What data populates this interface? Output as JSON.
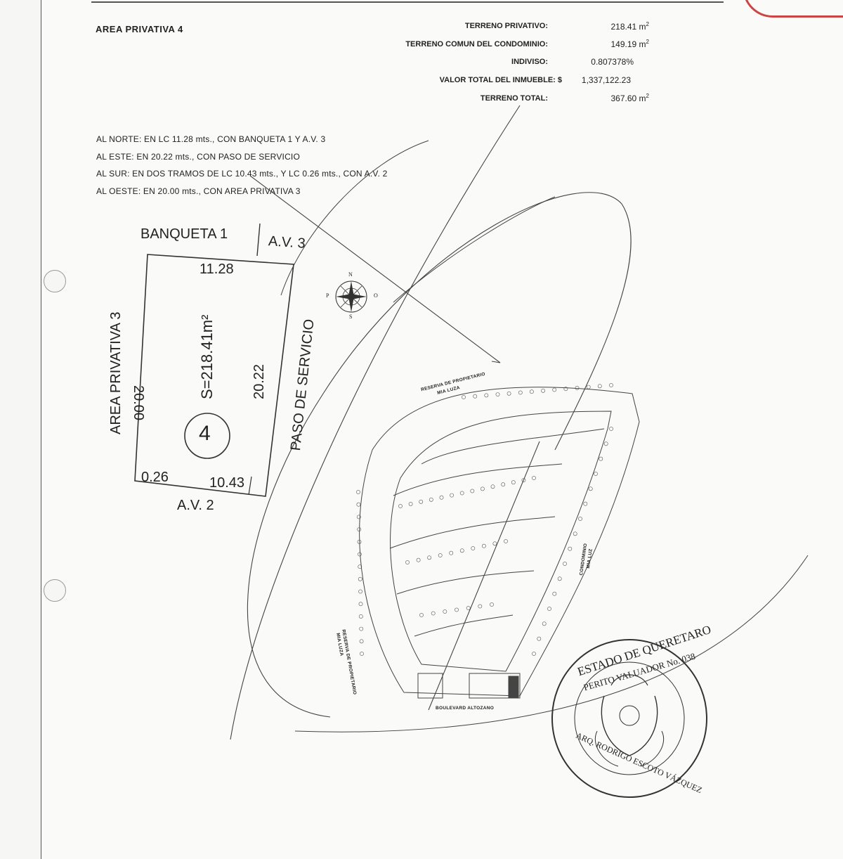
{
  "header": {
    "title": "AREA PRIVATIVA 4",
    "fields": [
      {
        "label": "TERRENO PRIVATIVO:",
        "value": "218.41",
        "unit": "m",
        "sup": "2"
      },
      {
        "label": "TERRENO COMUN DEL CONDOMINIO:",
        "value": "149.19",
        "unit": "m",
        "sup": "2"
      },
      {
        "label": "INDIVISO:",
        "value": "0.807378%",
        "unit": "",
        "sup": ""
      },
      {
        "label": "VALOR TOTAL DEL INMUEBLE: $",
        "value": "1,337,122.23",
        "unit": "",
        "sup": ""
      },
      {
        "label": "TERRENO TOTAL:",
        "value": "367.60",
        "unit": "m",
        "sup": "2"
      }
    ]
  },
  "limits": [
    "AL NORTE: EN LC 11.28 mts., CON BANQUETA 1 Y A.V. 3",
    "AL ESTE: EN 20.22 mts., CON PASO DE SERVICIO",
    "AL SUR: EN DOS TRAMOS DE LC 10.43 mts., Y LC 0.26 mts., CON A.V. 2",
    "AL OESTE: EN 20.00 mts., CON AREA PRIVATIVA 3"
  ],
  "plan": {
    "top_left_label": "BANQUETA 1",
    "top_right_label": "A.V. 3",
    "north_dim": "11.28",
    "west_dim": "20.00",
    "east_dim": "20.22",
    "south_dim_a": "0.26",
    "south_dim_b": "10.43",
    "bottom_label": "A.V. 2",
    "west_neighbor": "AREA PRIVATIVA 3",
    "east_neighbor": "PASO DE SERVICIO",
    "surface": "S=218.41m²",
    "lot_number": "4"
  },
  "compass": {
    "n": "N",
    "s": "S",
    "e": "O",
    "w": "P"
  },
  "map": {
    "top_label_1": "RESERVA DE PROPIETARIO",
    "top_label_2": "MIA LUZA",
    "left_label_1": "RESERVA DE PROPIETARIO",
    "left_label_2": "MIA LUZA",
    "right_label_1": "CONDOMINIO",
    "right_label_2": "MIA LUZ",
    "bottom_label": "BOULEVARD ALTOZANO"
  },
  "seal": {
    "top_text": "ESTADO DE QUERETARO",
    "middle_text": "PERITO VALUADOR No. 038",
    "bottom_text": "ARQ. RODRIGO ESCOTO VÁZQUEZ"
  },
  "colors": {
    "ink": "#222222",
    "line": "#333333",
    "stamp": "#cc4444"
  }
}
